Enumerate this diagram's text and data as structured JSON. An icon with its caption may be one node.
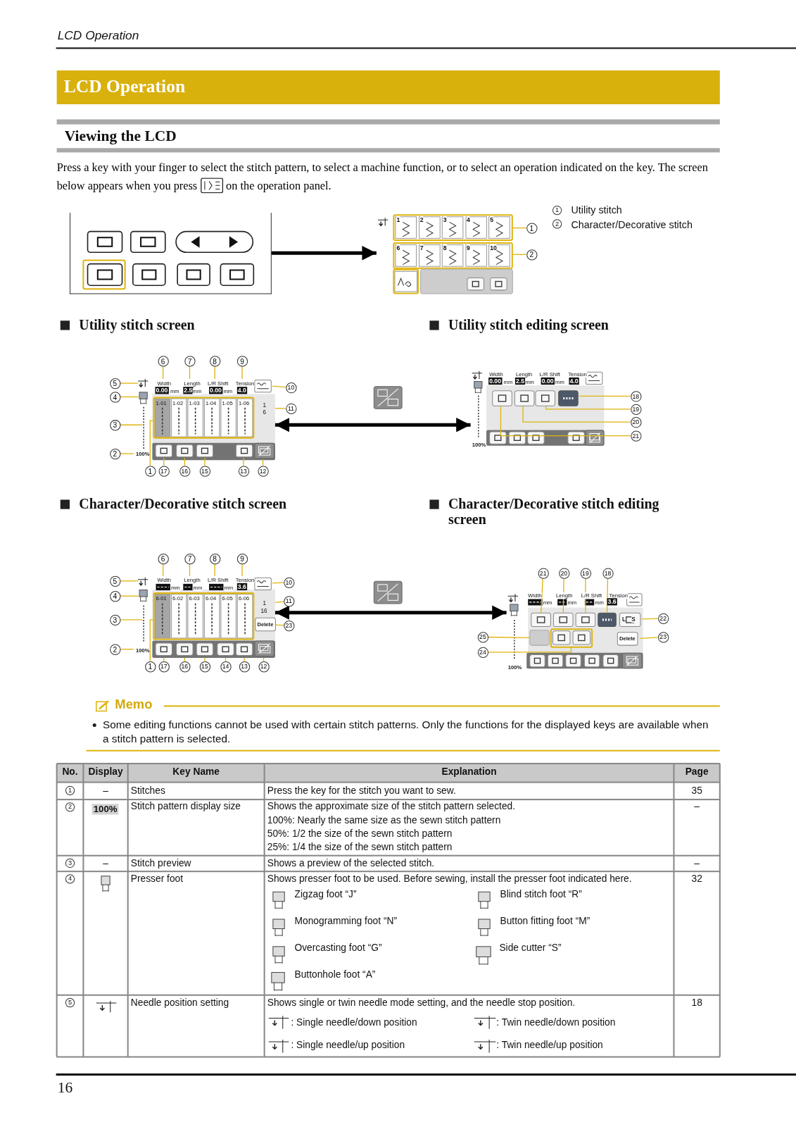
{
  "diagram": {
    "nodes": [
      {
        "text": [
          "LCD Operation"
        ]
      },
      {
        "text": [],
        "shape": "box"
      },
      {
        "text": [
          "1",
          "2",
          "3",
          "4",
          "5",
          "6",
          "7",
          "8",
          "9",
          "10"
        ]
      },
      {
        "text": [
          "Width",
          "Length",
          "L/R Shift",
          "Tension",
          "0.00",
          "mm",
          "2.5",
          "mm",
          "0.00",
          "mm",
          "4.0",
          "1-01",
          "1-02",
          "1-03",
          "1-04",
          "1-05",
          "1-06",
          "1",
          "6",
          "100%"
        ]
      },
      {
        "text": [
          "Width",
          "Length",
          "L/R Shift",
          "Tension",
          "0.00",
          "mm",
          "2.5",
          "mm",
          "0.00",
          "mm",
          "4.0",
          "100%"
        ]
      },
      {
        "text": [
          "Width",
          "Length",
          "L/R Shift",
          "Tension",
          "mm",
          "mm",
          "mm",
          "3.6",
          "6-01",
          "6-02",
          "6-03",
          "6-04",
          "6-05",
          "6-06",
          "1",
          "16",
          "Delete",
          "100%"
        ]
      },
      {
        "text": [
          "Width",
          "Length",
          "L/R Shift",
          "Tension",
          "mm",
          "mm",
          "mm",
          "3.6",
          "L",
          "S",
          "Delete",
          "100%"
        ]
      },
      {
        "text": [
          "1"
        ]
      },
      {
        "text": [
          "2"
        ]
      },
      {
        "text": [
          "6"
        ]
      },
      {
        "text": [
          "7"
        ]
      },
      {
        "text": [
          "8"
        ]
      },
      {
        "text": [
          "9"
        ]
      },
      {
        "text": [
          "5"
        ]
      },
      {
        "text": [
          "10"
        ]
      },
      {
        "text": [
          "4"
        ]
      },
      {
        "text": [
          "11"
        ]
      },
      {
        "text": [
          "3"
        ]
      },
      {
        "text": [
          "2"
        ]
      },
      {
        "text": [
          "1"
        ]
      },
      {
        "text": [
          "17"
        ]
      },
      {
        "text": [
          "16"
        ]
      },
      {
        "text": [
          "15"
        ]
      },
      {
        "text": [
          "13"
        ]
      },
      {
        "text": [
          "12"
        ]
      },
      {
        "text": [
          "18"
        ]
      },
      {
        "text": [
          "19"
        ]
      },
      {
        "text": [
          "20"
        ]
      },
      {
        "text": [
          "21"
        ]
      },
      {
        "text": [
          "6"
        ]
      },
      {
        "text": [
          "7"
        ]
      },
      {
        "text": [
          "8"
        ]
      },
      {
        "text": [
          "9"
        ]
      },
      {
        "text": [
          "5"
        ]
      },
      {
        "text": [
          "10"
        ]
      },
      {
        "text": [
          "4"
        ]
      },
      {
        "text": [
          "11"
        ]
      },
      {
        "text": [
          "3"
        ]
      },
      {
        "text": [
          "23"
        ]
      },
      {
        "text": [
          "2"
        ]
      },
      {
        "text": [
          "1"
        ]
      },
      {
        "text": [
          "17"
        ]
      },
      {
        "text": [
          "16"
        ]
      },
      {
        "text": [
          "15"
        ]
      },
      {
        "text": [
          "14"
        ]
      },
      {
        "text": [
          "13"
        ]
      },
      {
        "text": [
          "12"
        ]
      },
      {
        "text": [
          "21"
        ]
      },
      {
        "text": [
          "20"
        ]
      },
      {
        "text": [
          "19"
        ]
      },
      {
        "text": [
          "18"
        ]
      },
      {
        "text": [
          "22"
        ]
      },
      {
        "text": [
          "25"
        ]
      },
      {
        "text": [
          "23"
        ]
      },
      {
        "text": [
          "24"
        ]
      }
    ],
    "edges": [
      {
        "from": 1,
        "to": 2,
        "arrow": "to",
        "style": "thick",
        "color": "#000000"
      },
      {
        "from": 3,
        "to": 4,
        "arrow": "both",
        "style": "thick",
        "color": "#000000"
      },
      {
        "from": 5,
        "to": 6,
        "arrow": "both",
        "style": "thick",
        "color": "#000000"
      },
      {
        "from": 7,
        "to": 2,
        "arrow": "none"
      },
      {
        "from": 8,
        "to": 2,
        "arrow": "none"
      },
      {
        "from": 9,
        "to": 3,
        "arrow": "none"
      },
      {
        "from": 10,
        "to": 3,
        "arrow": "none"
      },
      {
        "from": 11,
        "to": 3,
        "arrow": "none"
      },
      {
        "from": 12,
        "to": 3,
        "arrow": "none"
      },
      {
        "from": 13,
        "to": 3,
        "arrow": "none"
      },
      {
        "from": 14,
        "to": 3,
        "arrow": "none"
      },
      {
        "from": 15,
        "to": 3,
        "arrow": "none"
      },
      {
        "from": 16,
        "to": 3,
        "arrow": "none"
      },
      {
        "from": 17,
        "to": 3,
        "arrow": "none"
      },
      {
        "from": 18,
        "to": 3,
        "arrow": "none"
      },
      {
        "from": 19,
        "to": 3,
        "arrow": "none"
      },
      {
        "from": 20,
        "to": 3,
        "arrow": "none"
      },
      {
        "from": 21,
        "to": 3,
        "arrow": "none"
      },
      {
        "from": 22,
        "to": 3,
        "arrow": "none"
      },
      {
        "from": 23,
        "to": 3,
        "arrow": "none"
      },
      {
        "from": 24,
        "to": 3,
        "arrow": "none"
      },
      {
        "from": 25,
        "to": 4,
        "arrow": "none"
      },
      {
        "from": 26,
        "to": 4,
        "arrow": "none"
      },
      {
        "from": 27,
        "to": 4,
        "arrow": "none"
      },
      {
        "from": 28,
        "to": 4,
        "arrow": "none"
      },
      {
        "from": 29,
        "to": 5,
        "arrow": "none"
      },
      {
        "from": 30,
        "to": 5,
        "arrow": "none"
      },
      {
        "from": 31,
        "to": 5,
        "arrow": "none"
      },
      {
        "from": 32,
        "to": 5,
        "arrow": "none"
      },
      {
        "from": 33,
        "to": 5,
        "arrow": "none"
      },
      {
        "from": 34,
        "to": 5,
        "arrow": "none"
      },
      {
        "from": 35,
        "to": 5,
        "arrow": "none"
      },
      {
        "from": 36,
        "to": 5,
        "arrow": "none"
      },
      {
        "from": 37,
        "to": 5,
        "arrow": "none"
      },
      {
        "from": 38,
        "to": 5,
        "arrow": "none"
      },
      {
        "from": 39,
        "to": 5,
        "arrow": "none"
      },
      {
        "from": 40,
        "to": 5,
        "arrow": "none"
      },
      {
        "from": 41,
        "to": 5,
        "arrow": "none"
      },
      {
        "from": 42,
        "to": 5,
        "arrow": "none"
      },
      {
        "from": 43,
        "to": 5,
        "arrow": "none"
      },
      {
        "from": 44,
        "to": 5,
        "arrow": "none"
      },
      {
        "from": 45,
        "to": 5,
        "arrow": "none"
      },
      {
        "from": 46,
        "to": 5,
        "arrow": "none"
      },
      {
        "from": 47,
        "to": 6,
        "arrow": "none"
      },
      {
        "from": 48,
        "to": 6,
        "arrow": "none"
      },
      {
        "from": 49,
        "to": 6,
        "arrow": "none"
      },
      {
        "from": 50,
        "to": 6,
        "arrow": "none"
      },
      {
        "from": 51,
        "to": 6,
        "arrow": "none"
      },
      {
        "from": 52,
        "to": 6,
        "arrow": "none"
      },
      {
        "from": 53,
        "to": 6,
        "arrow": "none"
      },
      {
        "from": 54,
        "to": 6,
        "arrow": "none"
      }
    ],
    "labels": [
      "LCD Operation",
      "Viewing the LCD",
      "Press a key with your finger to select the stitch pattern, to select a machine function, or to select an operation indicated on the key. The screen below appears when you press",
      "on the operation panel.",
      "1",
      "Utility stitch",
      "2",
      "Character/Decorative stitch",
      "Utility stitch screen",
      "Utility stitch editing screen",
      "Character/Decorative stitch screen",
      "Character/Decorative stitch editing screen",
      "Memo",
      "Some editing functions cannot be used with certain stitch patterns. Only the functions for the displayed keys are available when a stitch pattern is selected.",
      "No.",
      "Display",
      "Key Name",
      "Explanation",
      "Page",
      "1",
      "–",
      "Stitches",
      "Press the key for the stitch you want to sew.",
      "35",
      "2",
      "100%",
      "Stitch pattern display size",
      "Shows the approximate size of the stitch pattern selected.",
      "100%: Nearly the same size as the sewn stitch pattern",
      "50%: 1/2 the size of the sewn stitch pattern",
      "25%: 1/4 the size of the sewn stitch pattern",
      "–",
      "3",
      "–",
      "Stitch preview",
      "Shows a preview of the selected stitch.",
      "–",
      "4",
      "Presser foot",
      "Shows presser foot to be used. Before sewing, install the presser foot indicated here.",
      "Zigzag foot “J”",
      "Blind stitch foot “R”",
      "Monogramming foot “N”",
      "Button fitting foot “M”",
      "Overcasting foot “G”",
      "Side cutter “S”",
      "Buttonhole foot “A”",
      "32",
      "5",
      "Needle position setting",
      "Shows single or twin needle mode setting, and the needle stop position.",
      ": Single needle/down position",
      ": Twin needle/down position",
      ": Single needle/up position",
      ": Twin needle/up position",
      "18",
      "16"
    ]
  }
}
